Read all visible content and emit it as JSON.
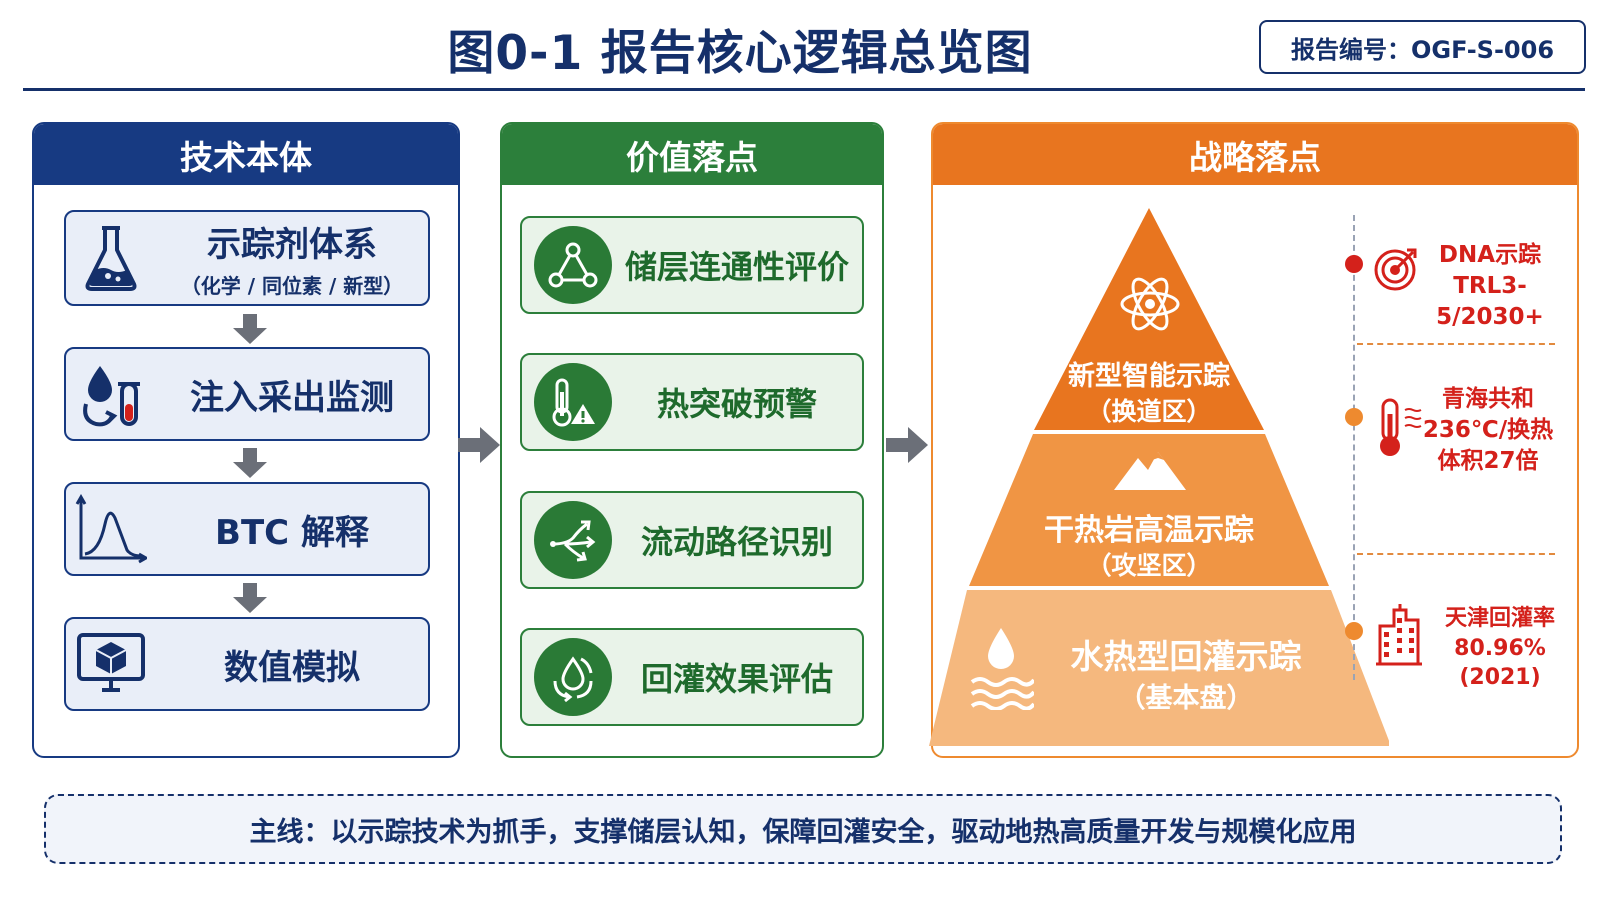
{
  "header": {
    "title": "图0-1 报告核心逻辑总览图",
    "report_code": "报告编号：OGF-S-006"
  },
  "columns": {
    "tech": {
      "title": "技术本体",
      "items": [
        {
          "label": "示踪剂体系",
          "sub": "（化学 / 同位素 / 新型）",
          "icon": "flask-icon"
        },
        {
          "label": "注入采出监测",
          "sub": "",
          "icon": "drop-tube-icon"
        },
        {
          "label": "BTC 解释",
          "sub": "",
          "icon": "curve-chart-icon"
        },
        {
          "label": "数值模拟",
          "sub": "",
          "icon": "monitor-cube-icon"
        }
      ]
    },
    "value": {
      "title": "价值落点",
      "items": [
        {
          "label": "储层连通性评价",
          "icon": "network-icon"
        },
        {
          "label": "热突破预警",
          "icon": "thermometer-warning-icon"
        },
        {
          "label": "流动路径识别",
          "icon": "flow-paths-icon"
        },
        {
          "label": "回灌效果评估",
          "icon": "water-cycle-icon"
        }
      ]
    },
    "strategy": {
      "title": "战略落点",
      "tiers": [
        {
          "label": "新型智能示踪",
          "sub": "（换道区）",
          "icon": "atom-icon"
        },
        {
          "label": "干热岩高温示踪",
          "sub": "（攻坚区）",
          "icon": "mountain-icon"
        },
        {
          "label": "水热型回灌示踪",
          "sub": "（基本盘）",
          "icon": "water-icon"
        }
      ],
      "notes": [
        {
          "line1": "DNA示踪",
          "line2": "TRL3-5/2030+",
          "line3": "",
          "icon": "target-icon"
        },
        {
          "line1": "青海共和",
          "line2": "236℃/换热",
          "line3": "体积27倍",
          "icon": "thermometer-icon"
        },
        {
          "line1": "天津回灌率",
          "line2": "80.96% (2021)",
          "line3": "",
          "icon": "buildings-icon"
        }
      ]
    }
  },
  "footer": {
    "main_line": "主线：以示踪技术为抓手，支撑储层认知，保障回灌安全，驱动地热高质量开发与规模化应用"
  },
  "colors": {
    "navy": "#15306a",
    "green": "#2c7f3b",
    "orange": "#e8751f",
    "red": "#d4211b"
  }
}
